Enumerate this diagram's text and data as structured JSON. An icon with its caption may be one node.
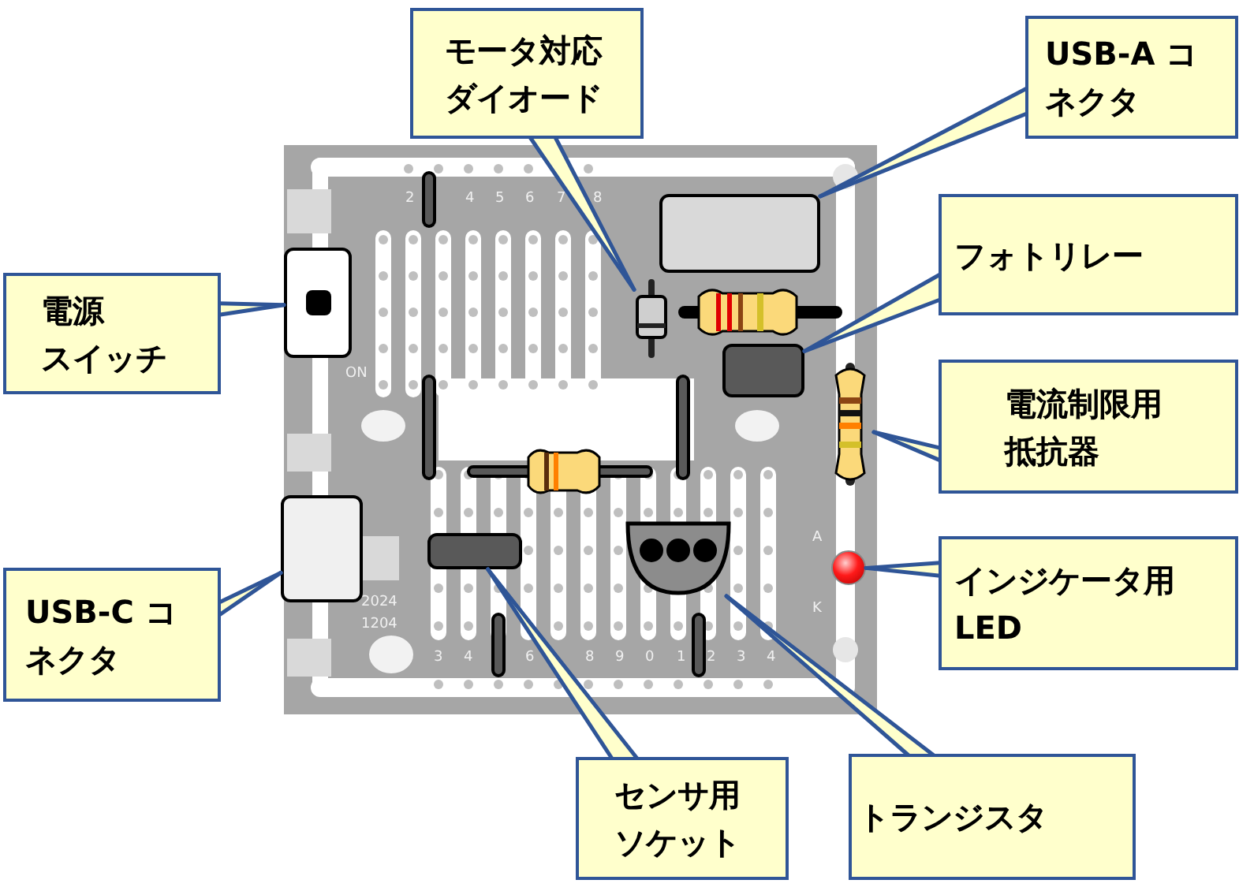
{
  "diagram": {
    "nodes": [
      {
        "text": [
          "モータ対応ダイオード"
        ]
      },
      {
        "text": [
          "USB-A コネクタ"
        ]
      },
      {
        "text": [
          "フォトリレー"
        ]
      },
      {
        "text": [
          "電流制限用抵抗器"
        ]
      },
      {
        "text": [
          "インジケータ用 LED"
        ]
      },
      {
        "text": [
          "電源",
          "スイッチ"
        ]
      },
      {
        "text": [
          "USB-C コネクタ"
        ]
      },
      {
        "text": [
          "センサ用ソケット"
        ]
      },
      {
        "text": [
          "トランジスタ"
        ]
      },
      {
        "text": [],
        "shape": "picture"
      },
      {
        "text": [],
        "shape": "box"
      },
      {
        "text": [],
        "shape": "box"
      },
      {
        "text": [],
        "shape": "picture"
      },
      {
        "text": [],
        "shape": "circle"
      },
      {
        "text": [],
        "shape": "box"
      },
      {
        "text": [],
        "shape": "box"
      },
      {
        "text": [],
        "shape": "box"
      },
      {
        "text": [],
        "shape": "picture"
      }
    ],
    "edges": [
      {
        "from": 0,
        "to": 9,
        "arrow": "none"
      },
      {
        "from": 1,
        "to": 10,
        "arrow": "none"
      },
      {
        "from": 2,
        "to": 11,
        "arrow": "none"
      },
      {
        "from": 3,
        "to": 12,
        "arrow": "none"
      },
      {
        "from": 4,
        "to": 13,
        "arrow": "none"
      },
      {
        "from": 5,
        "to": 14,
        "arrow": "none"
      },
      {
        "from": 6,
        "to": 15,
        "arrow": "none"
      },
      {
        "from": 7,
        "to": 16,
        "arrow": "none"
      },
      {
        "from": 8,
        "to": 17,
        "arrow": "none"
      }
    ],
    "labels": [
      "2",
      "4",
      "5",
      "6",
      "7",
      "8",
      "ON",
      "2024",
      "1204",
      "A",
      "K",
      "3",
      "4",
      "6",
      "8",
      "9",
      "0",
      "1",
      "2",
      "3",
      "4"
    ]
  }
}
